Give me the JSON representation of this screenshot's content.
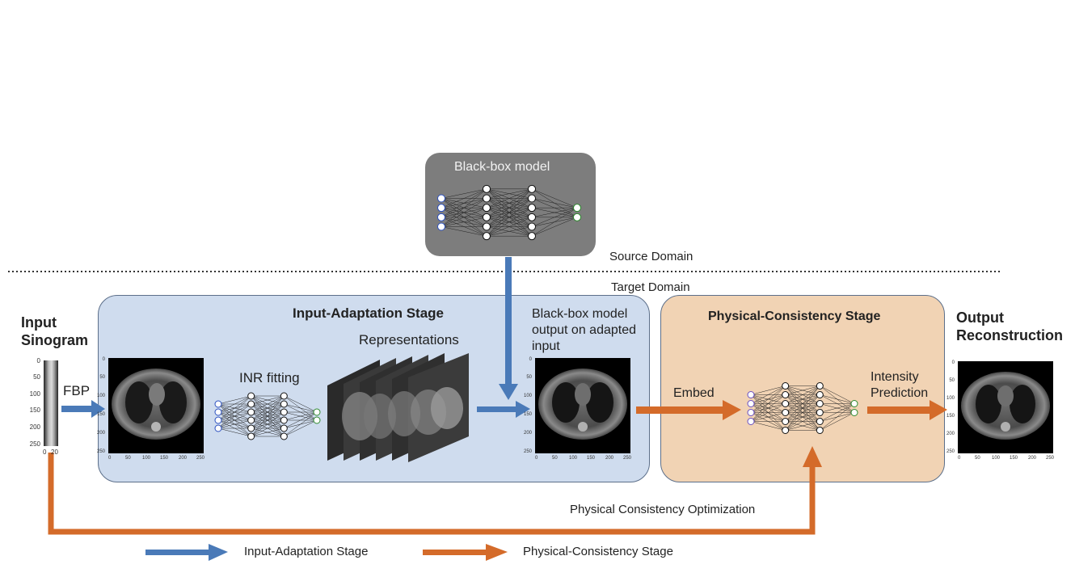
{
  "colors": {
    "blue_arrow": "#4a7ab8",
    "orange_arrow": "#d46b2a",
    "input_stage_fill": "#cfdcee",
    "physical_stage_fill": "#f1d3b4",
    "blackbox_fill": "#7d7d7d",
    "blackbox_title": "#f2f2f2"
  },
  "blackbox": {
    "title": "Black-box model"
  },
  "domains": {
    "source": "Source Domain",
    "target": "Target Domain"
  },
  "input": {
    "title_line1": "Input",
    "title_line2": "Sinogram",
    "sinogram_yticks": [
      "0",
      "50",
      "100",
      "150",
      "200",
      "250"
    ],
    "sinogram_xticks": [
      "0",
      "20"
    ]
  },
  "fbp_label": "FBP",
  "input_stage": {
    "title": "Input-Adaptation Stage",
    "inr_label": "INR fitting",
    "representations_label": "Representations",
    "output_label_line1": "Black-box model",
    "output_label_line2": "output on adapted",
    "output_label_line3": "input"
  },
  "ct_ticks": [
    "0",
    "50",
    "100",
    "150",
    "200",
    "250"
  ],
  "physical_stage": {
    "title": "Physical-Consistency Stage",
    "embed_label": "Embed",
    "intensity_line1": "Intensity",
    "intensity_line2": "Prediction"
  },
  "output": {
    "title_line1": "Output",
    "title_line2": "Reconstruction"
  },
  "optimization_label": "Physical Consistency Optimization",
  "legend": {
    "input_adaptation": "Input-Adaptation Stage",
    "physical_consistency": "Physical-Consistency Stage"
  }
}
